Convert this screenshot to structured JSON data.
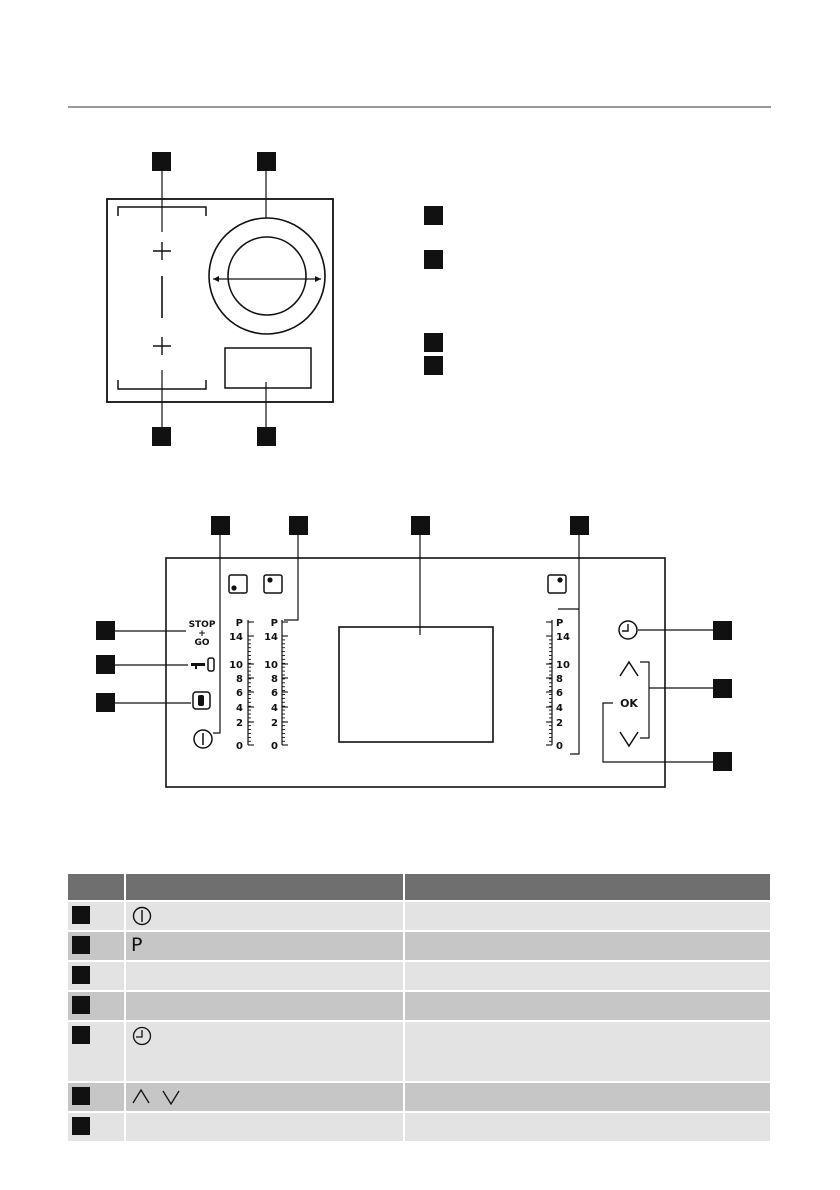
{
  "diagram": {
    "scale_labels": {
      "left_1": [
        "P",
        "14",
        "10",
        "8",
        "6",
        "4",
        "2",
        "0"
      ],
      "left_2": [
        "P",
        "14",
        "10",
        "8",
        "6",
        "4",
        "2",
        "0"
      ],
      "right": [
        "P",
        "14",
        "10",
        "8",
        "6",
        "4",
        "2",
        "0"
      ]
    },
    "stop_go": [
      "STOP",
      "+",
      "GO"
    ],
    "ok_label": "OK"
  },
  "table": {
    "rows": [
      {
        "symbol": "power-icon",
        "shade": "light"
      },
      {
        "symbol": "P",
        "shade": "dark"
      },
      {
        "symbol": "",
        "shade": "light"
      },
      {
        "symbol": "",
        "shade": "dark"
      },
      {
        "symbol": "timer-icon",
        "shade": "light",
        "tall": true
      },
      {
        "symbol": "up-down-icon",
        "shade": "dark"
      },
      {
        "symbol": "",
        "shade": "light"
      }
    ]
  }
}
